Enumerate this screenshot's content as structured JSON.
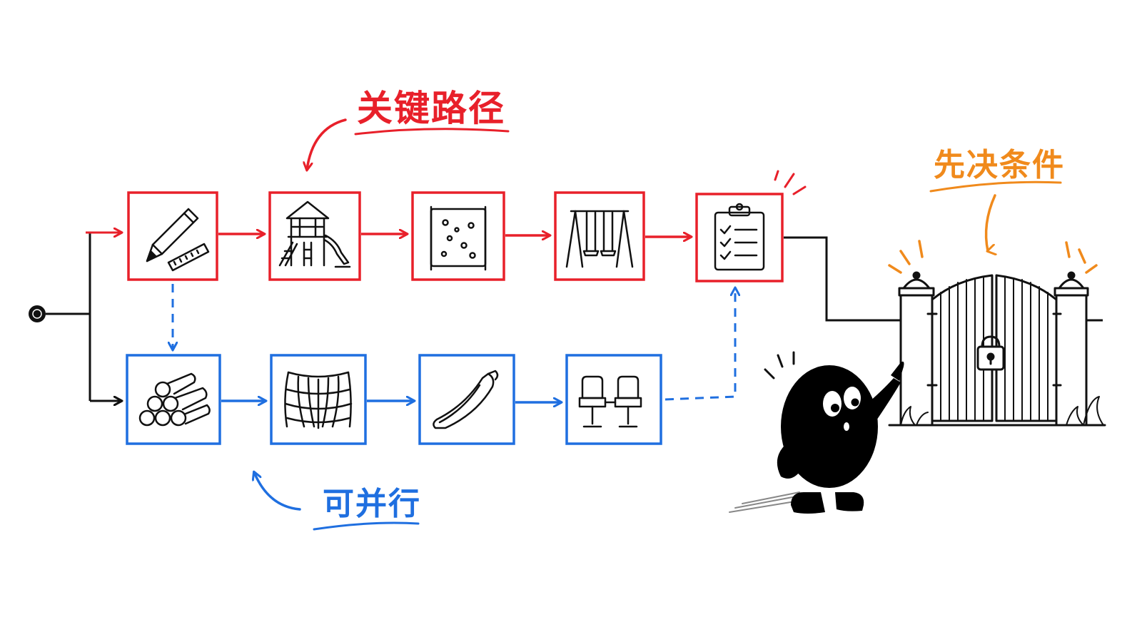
{
  "labels": {
    "critical_path": "关键路径",
    "parallel": "可并行",
    "prerequisite": "先决条件"
  },
  "colors": {
    "critical": "#e8202a",
    "parallel": "#1f6fe0",
    "prerequisite": "#f08a1c",
    "ink": "#111111"
  },
  "critical_path_tasks": [
    {
      "icon": "pencil-ruler-icon"
    },
    {
      "icon": "play-tower-slide-icon"
    },
    {
      "icon": "climbing-wall-icon"
    },
    {
      "icon": "swing-set-icon"
    },
    {
      "icon": "inspection-checklist-icon"
    }
  ],
  "parallel_tasks": [
    {
      "icon": "log-pile-icon"
    },
    {
      "icon": "climbing-net-icon"
    },
    {
      "icon": "slide-icon"
    },
    {
      "icon": "bench-seats-icon"
    }
  ],
  "extras": {
    "start_icon": "start-node-icon",
    "gate_icon": "locked-gate-icon",
    "character_icon": "pointing-character-icon"
  }
}
